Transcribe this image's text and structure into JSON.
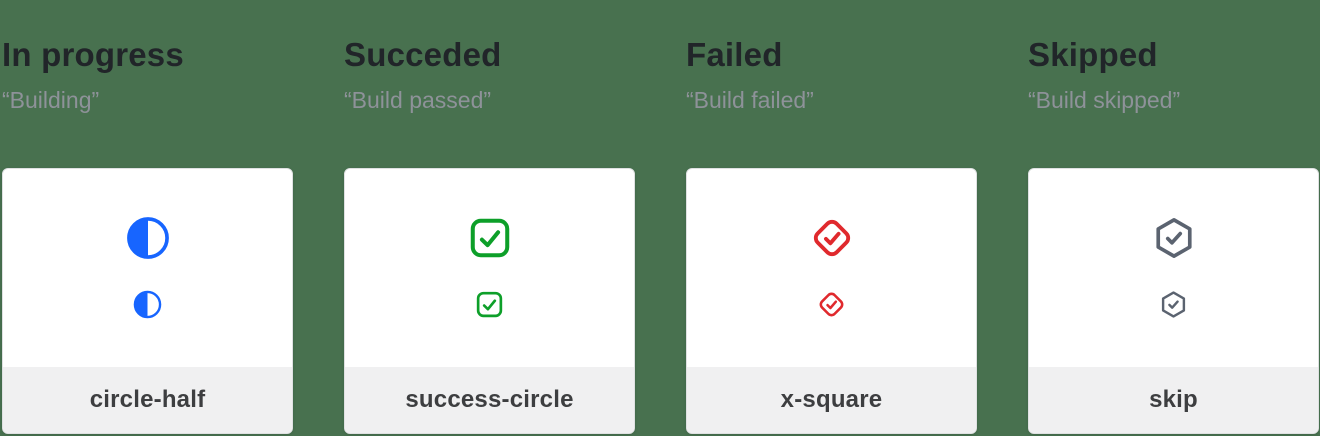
{
  "page": {
    "background": "#48714f"
  },
  "columns": [
    {
      "title": "In progress",
      "subtitle": "“Building”",
      "label": "circle-half",
      "icon": "circle-half-icon",
      "icon_color": "#1765ff"
    },
    {
      "title": "Succeded",
      "subtitle": "“Build passed”",
      "label": "success-circle",
      "icon": "check-square-icon",
      "icon_color": "#0d9f29"
    },
    {
      "title": "Failed",
      "subtitle": "“Build failed”",
      "label": "x-square",
      "icon": "check-diamond-icon",
      "icon_color": "#e0292d"
    },
    {
      "title": "Skipped",
      "subtitle": "“Build skipped”",
      "label": "skip",
      "icon": "check-hexagon-icon",
      "icon_color": "#5b6370"
    }
  ]
}
